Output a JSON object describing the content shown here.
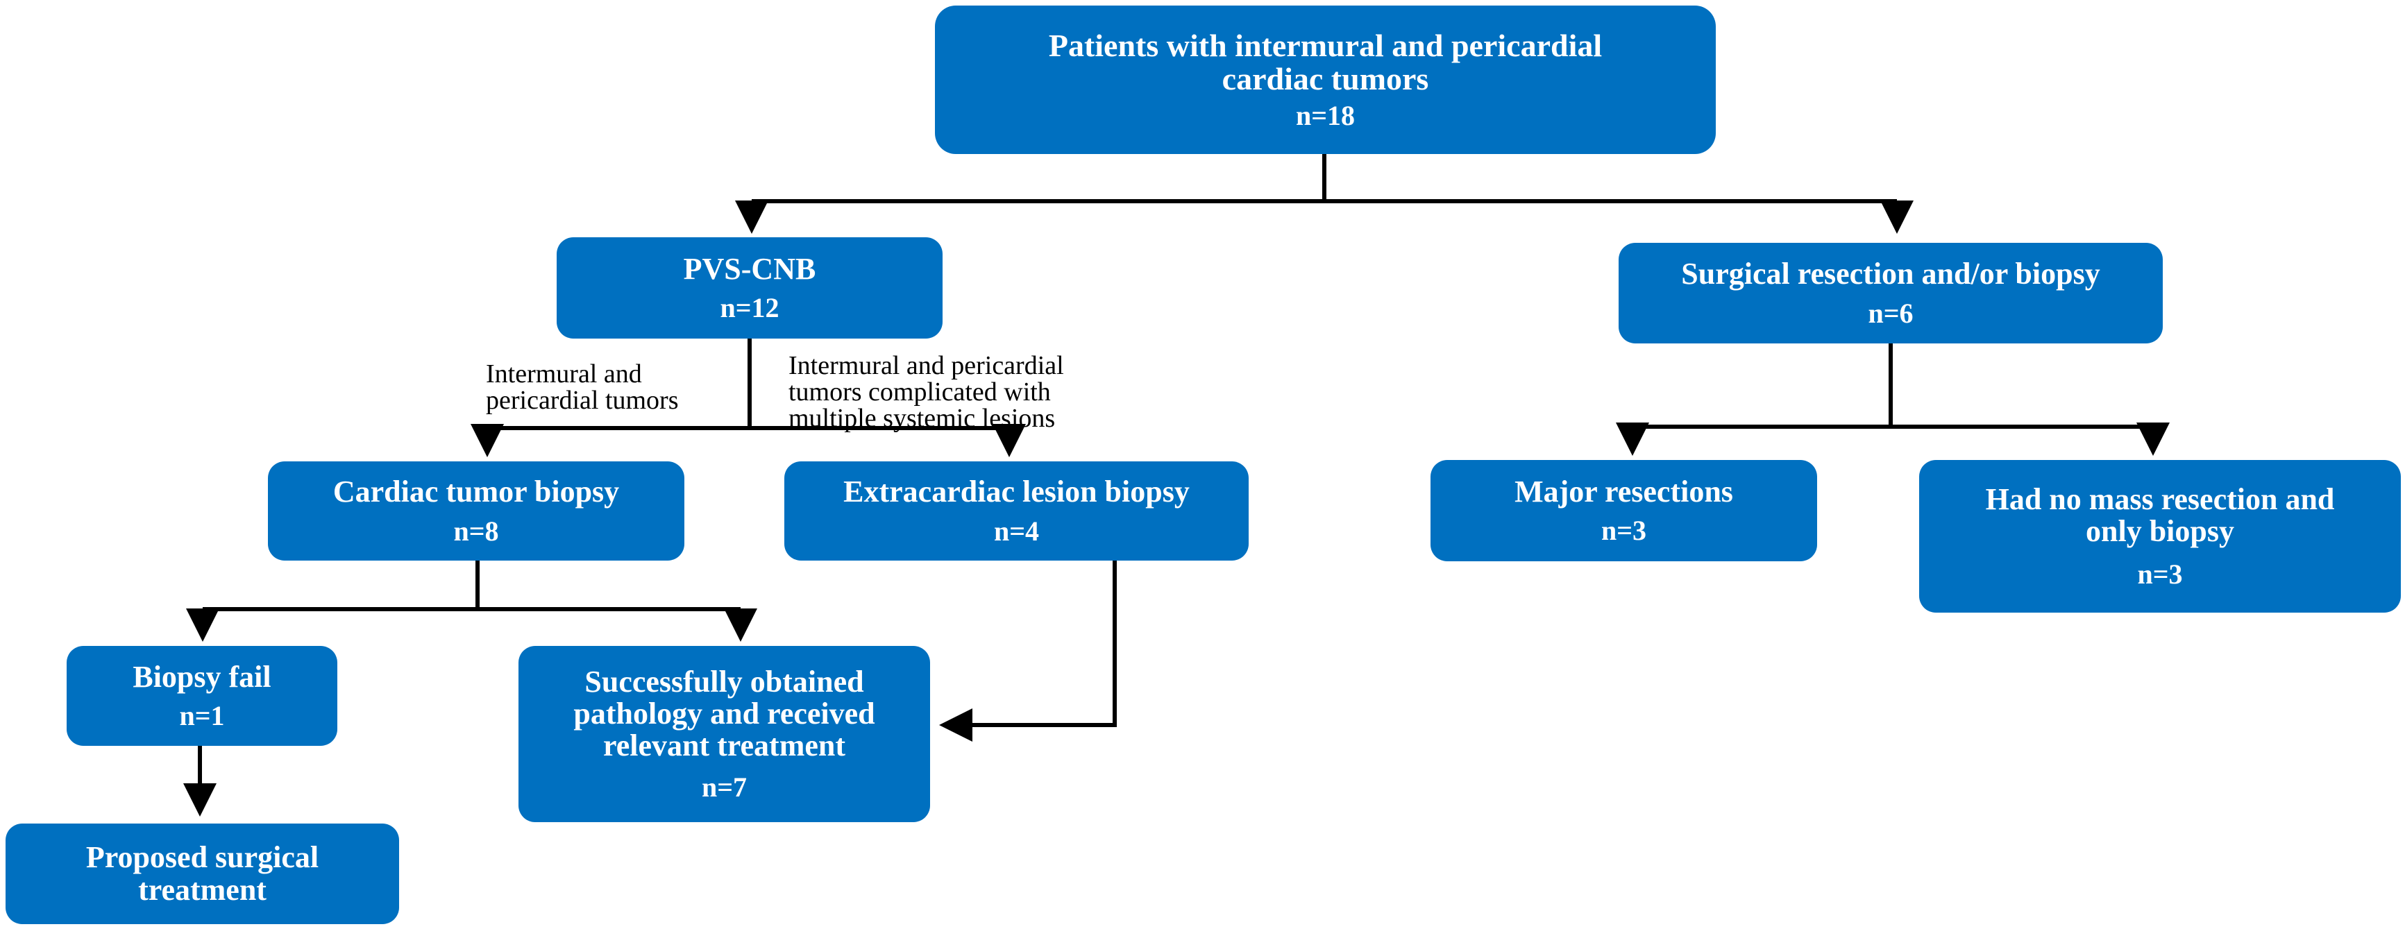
{
  "nodes": {
    "root": {
      "lines": [
        "Patients with intermural and pericardial",
        "cardiac tumors"
      ],
      "count": "n=18"
    },
    "pvs_cnb": {
      "lines": [
        "PVS-CNB"
      ],
      "count": "n=12"
    },
    "surgical": {
      "lines": [
        "Surgical resection and/or biopsy"
      ],
      "count": "n=6"
    },
    "cardiac_biopsy": {
      "lines": [
        "Cardiac tumor biopsy"
      ],
      "count": "n=8"
    },
    "extracardiac_biopsy": {
      "lines": [
        "Extracardiac lesion biopsy"
      ],
      "count": "n=4"
    },
    "major_resections": {
      "lines": [
        "Major resections"
      ],
      "count": "n=3"
    },
    "no_mass_resection": {
      "lines": [
        "Had no mass resection and",
        "only biopsy"
      ],
      "count": "n=3"
    },
    "biopsy_fail": {
      "lines": [
        "Biopsy fail"
      ],
      "count": "n=1"
    },
    "success": {
      "lines": [
        "Successfully obtained",
        "pathology and received",
        "relevant treatment"
      ],
      "count": "n=7"
    },
    "proposed_surgical": {
      "lines": [
        "Proposed surgical",
        "treatment"
      ],
      "count": ""
    }
  },
  "edge_labels": {
    "intermural": [
      "Intermural and",
      "pericardial tumors"
    ],
    "complicated": [
      "Intermural and pericardial",
      "tumors complicated with",
      "multiple systemic lesions"
    ]
  },
  "colors": {
    "box_fill": "#0070c0",
    "box_text": "#ffffff",
    "connector": "#000000"
  }
}
